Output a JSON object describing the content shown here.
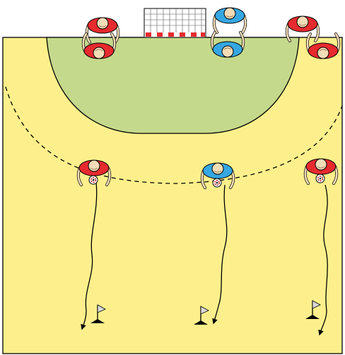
{
  "diagram": {
    "court_color": "#FDF08C",
    "goal_area_color": "#C5D98C",
    "line_color": "#000000",
    "team_red_color": "#E62A2E",
    "team_blue_color": "#35A7E3",
    "skin_color": "#F3DDB8",
    "ball_color": "#FFFFFF",
    "flag_color": "#D9D9D9"
  },
  "players": [
    {
      "id": "red-defender-left-1",
      "team": "red",
      "facing": "down",
      "ball": false,
      "action": "stand"
    },
    {
      "id": "red-defender-left-2",
      "team": "red",
      "facing": "up",
      "ball": false,
      "action": "stand"
    },
    {
      "id": "blue-defender-center-1",
      "team": "blue",
      "facing": "down",
      "ball": false,
      "action": "stand"
    },
    {
      "id": "blue-defender-center-2",
      "team": "blue",
      "facing": "up",
      "ball": false,
      "action": "stand"
    },
    {
      "id": "red-defender-right-1",
      "team": "red",
      "facing": "down",
      "ball": false,
      "action": "stand"
    },
    {
      "id": "red-defender-right-2",
      "team": "red",
      "facing": "up",
      "ball": false,
      "action": "stand"
    },
    {
      "id": "red-attacker-left",
      "team": "red",
      "facing": "down",
      "ball": true,
      "action": "dribble-back"
    },
    {
      "id": "blue-attacker-center",
      "team": "blue",
      "facing": "down",
      "ball": true,
      "action": "dribble-back"
    },
    {
      "id": "red-attacker-right",
      "team": "red",
      "facing": "down",
      "ball": true,
      "action": "dribble-back"
    }
  ],
  "markers": [
    {
      "id": "flag-left",
      "type": "cone-flag"
    },
    {
      "id": "flag-center",
      "type": "cone-flag"
    },
    {
      "id": "flag-right",
      "type": "cone-flag"
    }
  ]
}
